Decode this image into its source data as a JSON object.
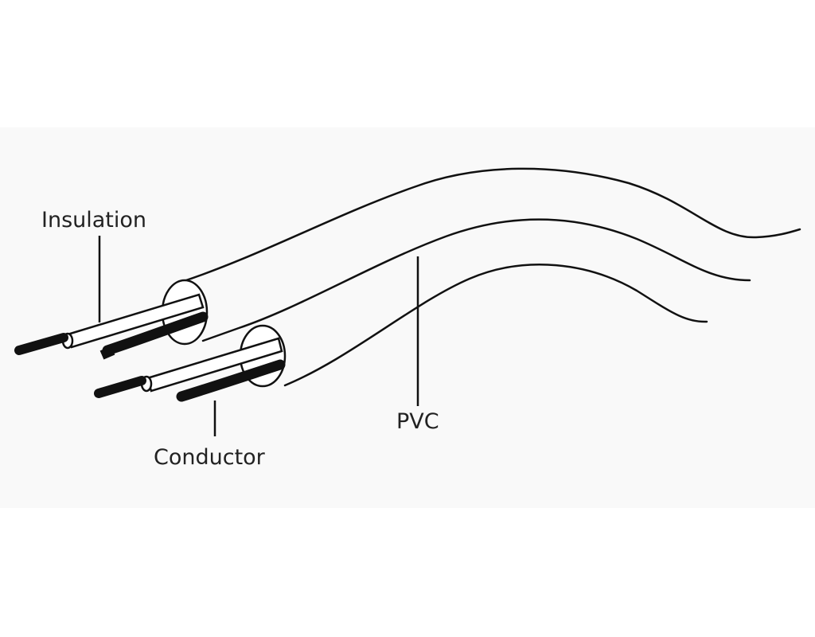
{
  "diagram": {
    "labels": {
      "insulation": "Insulation",
      "conductor": "Conductor",
      "pvc": "PVC"
    },
    "colors": {
      "line": "#111111",
      "band": "#f9f9f9"
    }
  }
}
